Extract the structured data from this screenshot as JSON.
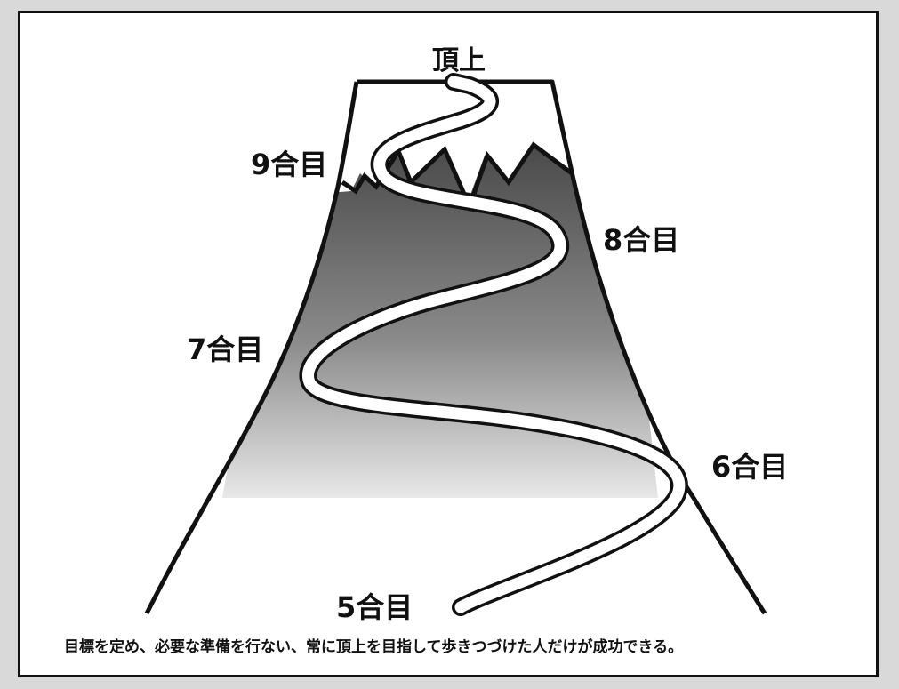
{
  "labels": {
    "summit": "頂上",
    "station9": "9合目",
    "station8": "8合目",
    "station7": "7合目",
    "station6": "6合目",
    "station5": "5合目"
  },
  "caption": "目標を定め、必要な準備を行ない、常に頂上を目指して歩きつづけた人だけが成功できる。",
  "colors": {
    "background": "#d9d9d9",
    "panel": "#ffffff",
    "mountain_outline": "#111111",
    "snow": "#ffffff",
    "shading_dark": "#4a4a4a",
    "shading_light": "#cfcfcf",
    "path": "#ffffff"
  }
}
